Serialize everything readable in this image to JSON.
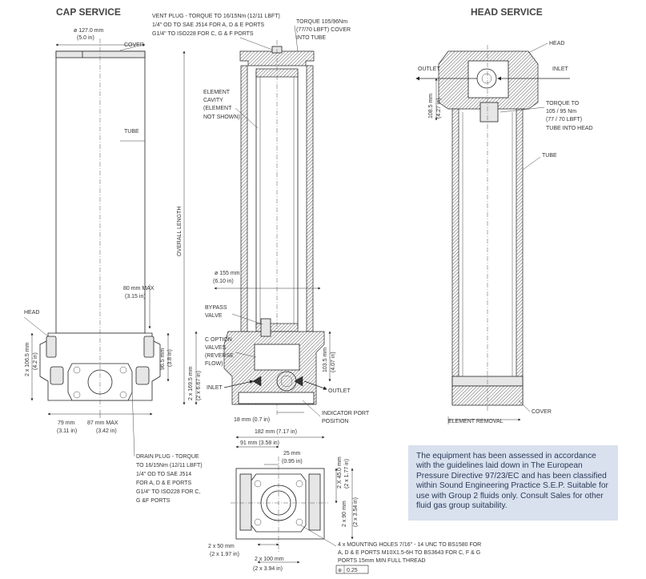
{
  "titles": {
    "cap_service": "CAP SERVICE",
    "head_service": "HEAD SERVICE"
  },
  "cap": {
    "dia": "ø 127.0 mm",
    "dia_in": "(5.0 in)",
    "cover": "COVER",
    "tube": "TUBE",
    "head": "HEAD",
    "max80": "80 mm MAX",
    "max80_in": "(3.15 in)",
    "h1065": "2 x 106.5 mm",
    "h1065_in": "(4.2 in)",
    "h965": "96.5 mm",
    "h965_in": "(3.8 in)",
    "w79": "79 mm",
    "w79_in": "(3.11 in)",
    "w87": "87 mm MAX",
    "w87_in": "(3.42 in)",
    "drain": [
      "DRAIN PLUG - TORQUE",
      "TO 16/15Nm (12/11 LBFT)",
      "1/4\" OD TO SAE J514",
      "FOR A, D & E PORTS",
      "G1/4\" TO ISO228 FOR C,",
      "G &F PORTS"
    ]
  },
  "mid": {
    "vent": [
      "VENT PLUG - TORQUE TO 16/15Nm (12/11 LBFT)",
      "1/4\" OD TO SAE J514 FOR A, D & E PORTS",
      "G1/4\" TO ISO228 FOR C, G & F PORTS"
    ],
    "torque_cover": [
      "TORQUE 105/96Nm",
      "(77/70 LBFT) COVER",
      "INTO TUBE"
    ],
    "element_cavity": [
      "ELEMENT",
      "CAVITY",
      "(ELEMENT",
      "NOT SHOWN)"
    ],
    "overall": "OVERALL LENGTH",
    "dia155": "ø 155 mm",
    "dia155_in": "(6.10 in)",
    "bypass": [
      "BYPASS",
      "VALVE"
    ],
    "coption": [
      "C OPTION",
      "VALVES",
      "(REVERSE",
      "FLOW)"
    ],
    "h1695": "2 x 169.5 mm",
    "h1695_in": "(2 x 6.67 in)",
    "h1035": "103.5 mm",
    "h1035_in": "(4.07 in)",
    "inlet": "INLET",
    "outlet": "OUTLET",
    "w18": "18 mm (0.7 in)",
    "indicator": [
      "INDICATOR PORT",
      "POSITION"
    ]
  },
  "head": {
    "head": "HEAD",
    "outlet": "OUTLET",
    "inlet": "INLET",
    "h1085": "108.5 mm",
    "h1085_in": "(4.27 in)",
    "torque": [
      "TORQUE TO",
      "105 / 95 Nm",
      "(77 / 70 LBFT)",
      "TUBE INTO HEAD"
    ],
    "tube": "TUBE",
    "cover": "COVER",
    "removal": "ELEMENT REMOVAL"
  },
  "bottom": {
    "w182": "182 mm (7.17 in)",
    "w91": "91 mm (3.58 in)",
    "w25": "25 mm",
    "w25_in": "(0.95 in)",
    "h45": "2 X 45.0 mm",
    "h45_in": "(2 x 1.77 in)",
    "h90": "2 x 90 mm",
    "h90_in": "(2 x 3.54 in)",
    "w50": "2 x 50 mm",
    "w50_in": "(2 x 1.97 in)",
    "w100": "2 x 100 mm",
    "w100_in": "(2 x 3.94 in)",
    "holes": [
      "4 x MOUNTING HOLES 7/16\" - 14 UNC TO BS1580 FOR",
      "A, D & E PORTS M10X1.5-6H TO BS3643 FOR C, F & G",
      "PORTS 15mm MIN FULL THREAD"
    ],
    "tol": "0.25"
  },
  "note": "The equipment has been assessed in accordance with the guidelines laid down in The European Pressure Directive 97/23/EC and has been classified within Sound Engineering Practice S.E.P. Suitable for use with Group 2 fluids only. Consult Sales for other fluid gas group suitability."
}
